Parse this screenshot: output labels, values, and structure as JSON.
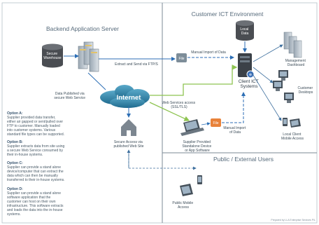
{
  "regions": {
    "backend": "Backend Application Server",
    "customer": "Customer ICT Environment",
    "public": "Public / External Users"
  },
  "nodes": {
    "secure_warehouse": [
      "Secure",
      "Warehouse"
    ],
    "internet": "Internet",
    "file_top": "File",
    "file_mid": "File",
    "local_data": [
      "Local",
      "Data"
    ],
    "client_systems": [
      "Client ICT",
      "Systems"
    ],
    "management_dashboard": [
      "Management",
      "Dashboard"
    ],
    "customer_desktops": [
      "Customer",
      "Desktops"
    ],
    "local_client_mobile": [
      "Local Client",
      "Mobile Access"
    ],
    "supplier_device": [
      "Supplier Provided",
      "Standalone Device",
      "or App Software"
    ],
    "secure_website": [
      "Secure Access via",
      "published Web Site"
    ],
    "public_mobile": [
      "Public Mobile",
      "Access"
    ]
  },
  "edges": {
    "extract_ftp": "Extract and Send via FTP/S",
    "manual_import_top": "Manual Import of Data",
    "manual_import_bottom": [
      "Manual Import",
      "of Data"
    ],
    "data_published": [
      "Data Published via",
      "secure Web Service"
    ],
    "web_services": [
      "Web Services access",
      "(SSL/TLS)"
    ]
  },
  "options": [
    {
      "title": "Option A:",
      "lines": [
        "Supplier provided data transfer,",
        "either air gapped or sent/pulled over",
        "FTP to customer. Manually loaded",
        "into customer systems. Various",
        "standard file types can be supported."
      ]
    },
    {
      "title": "Option B:",
      "lines": [
        "Supplier extracts data from site using",
        "a secure Web Service consumed by",
        "their in-house systems."
      ]
    },
    {
      "title": "Option C:",
      "lines": [
        "Supplier can provide a stand alone",
        "device/computer that can extract the",
        "data which can then be manually",
        "transferred to their in-house systems."
      ]
    },
    {
      "title": "Option D:",
      "lines": [
        "Supplier can provide a stand alone",
        "software application that the",
        "customer can host on their own",
        "infrastructure. This software extracts",
        "and loads the data into the in-house",
        "systems."
      ]
    }
  ],
  "footer": "Prepared by LLA Enterprise Services P/L",
  "colors": {
    "region_title": "#55697a",
    "server_blue": "#2c6eb5",
    "green_link": "#8ec451",
    "cloud_blue": "#2f7fa5",
    "file_icon": "#7d8d99",
    "file_orange": "#e8823a",
    "option_title": "#3a5670",
    "body_text": "#4a5b68"
  }
}
